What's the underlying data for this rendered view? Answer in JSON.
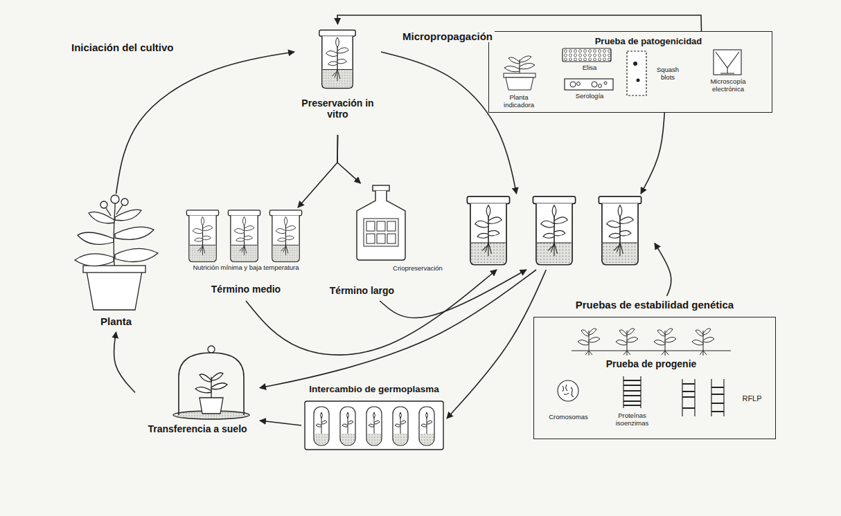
{
  "diagram": {
    "nodes": [
      {
        "text": [
          "Preservación in vitro"
        ]
      },
      {
        "text": [
          "Prueba de patogenicidad"
        ]
      },
      {
        "text": [
          "Planta indicadora"
        ],
        "in": 1
      },
      {
        "text": [
          "Elisa"
        ],
        "in": 1
      },
      {
        "text": [
          "Serología"
        ],
        "in": 1
      },
      {
        "text": [
          "Squash blots"
        ],
        "in": 1
      },
      {
        "text": [
          "Microscopía electrónica"
        ],
        "in": 1
      },
      {
        "text": [
          "Planta"
        ]
      },
      {
        "text": [
          "Nutrición mínima y baja temperatura",
          "Término medio"
        ]
      },
      {
        "text": [
          "Criopreservación",
          "Término largo"
        ]
      },
      {
        "text": []
      },
      {
        "text": [
          "Pruebas de estabilidad genética"
        ]
      },
      {
        "text": [
          "Prueba de progenie"
        ],
        "in": 11
      },
      {
        "text": [
          "Cromosomas"
        ],
        "in": 11
      },
      {
        "text": [
          "Proteínas isoenzimas"
        ],
        "in": 11
      },
      {
        "text": [
          "RFLP"
        ],
        "in": 11
      },
      {
        "text": [
          "Intercambio de germoplasma"
        ]
      },
      {
        "text": [
          "Transferencia a suelo"
        ]
      }
    ],
    "edges": [
      {
        "from": 7,
        "to": 0,
        "arrow": "to",
        "label": "Iniciación del cultivo"
      },
      {
        "from": 0,
        "to": 10,
        "arrow": "to",
        "label": "Micropropagación"
      },
      {
        "from": 0,
        "to": 8,
        "arrow": "to"
      },
      {
        "from": 0,
        "to": 9,
        "arrow": "to"
      },
      {
        "from": 1,
        "to": 0,
        "arrow": "to"
      },
      {
        "from": 1,
        "to": 10,
        "arrow": "to"
      },
      {
        "from": 8,
        "to": 10,
        "arrow": "to"
      },
      {
        "from": 9,
        "to": 10,
        "arrow": "to"
      },
      {
        "from": 11,
        "to": 10,
        "arrow": "to"
      },
      {
        "from": 10,
        "to": 16,
        "arrow": "to"
      },
      {
        "from": 10,
        "to": 17,
        "arrow": "to"
      },
      {
        "from": 16,
        "to": 17,
        "arrow": "to"
      },
      {
        "from": 17,
        "to": 7,
        "arrow": "to"
      }
    ]
  }
}
